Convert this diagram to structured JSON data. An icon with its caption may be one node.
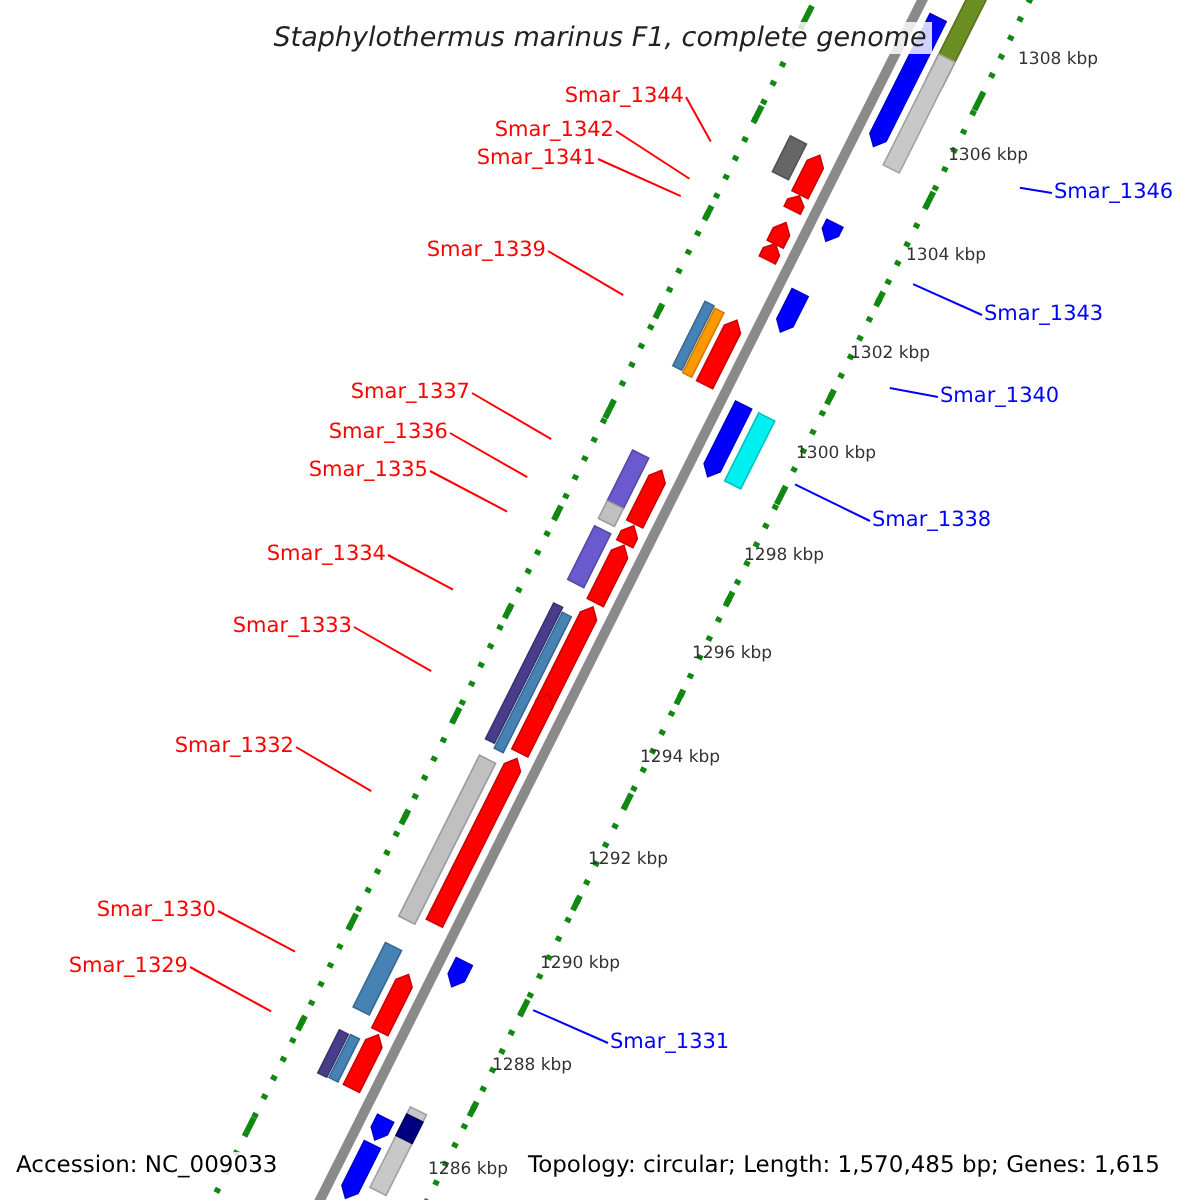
{
  "diagram": {
    "title": "Staphylothermus marinus F1, complete genome",
    "nodes": [
      {
        "text": [
          "Smar_1344"
        ]
      },
      {
        "text": [
          "Smar_1342"
        ]
      },
      {
        "text": [
          "Smar_1341"
        ]
      },
      {
        "text": [
          "Smar_1346"
        ]
      },
      {
        "text": [
          "Smar_1339"
        ]
      },
      {
        "text": [
          "Smar_1343"
        ]
      },
      {
        "text": [
          "Smar_1337"
        ]
      },
      {
        "text": [
          "Smar_1340"
        ]
      },
      {
        "text": [
          "Smar_1336"
        ]
      },
      {
        "text": [
          "Smar_1335"
        ]
      },
      {
        "text": [
          "Smar_1338"
        ]
      },
      {
        "text": [
          "Smar_1334"
        ]
      },
      {
        "text": [
          "Smar_1333"
        ]
      },
      {
        "text": [
          "Smar_1332"
        ]
      },
      {
        "text": [
          "Smar_1330"
        ]
      },
      {
        "text": [
          "Smar_1329"
        ]
      },
      {
        "text": [
          "Smar_1331"
        ]
      }
    ],
    "edges": [
      {
        "from": 0,
        "to": null,
        "arrow": "none"
      },
      {
        "from": 1,
        "to": null,
        "arrow": "none"
      },
      {
        "from": 2,
        "to": null,
        "arrow": "none"
      },
      {
        "from": 3,
        "to": null,
        "arrow": "none",
        "color": "#0000ff"
      },
      {
        "from": 4,
        "to": null,
        "arrow": "none"
      },
      {
        "from": 5,
        "to": null,
        "arrow": "none",
        "color": "#0000ff"
      },
      {
        "from": 6,
        "to": null,
        "arrow": "none"
      },
      {
        "from": 7,
        "to": null,
        "arrow": "none",
        "color": "#0000ff"
      },
      {
        "from": 8,
        "to": null,
        "arrow": "none"
      },
      {
        "from": 9,
        "to": null,
        "arrow": "none"
      },
      {
        "from": 10,
        "to": null,
        "arrow": "none",
        "color": "#0000ff"
      },
      {
        "from": 11,
        "to": null,
        "arrow": "none"
      },
      {
        "from": 12,
        "to": null,
        "arrow": "none"
      },
      {
        "from": 13,
        "to": null,
        "arrow": "none"
      },
      {
        "from": 14,
        "to": null,
        "arrow": "none"
      },
      {
        "from": 15,
        "to": null,
        "arrow": "none"
      },
      {
        "from": 16,
        "to": null,
        "arrow": "none",
        "color": "#0000ff"
      }
    ],
    "labels": [
      "1308 kbp",
      "1306 kbp",
      "1304 kbp",
      "1302 kbp",
      "1300 kbp",
      "1298 kbp",
      "1296 kbp",
      "1294 kbp",
      "1292 kbp",
      "1290 kbp",
      "1288 kbp",
      "Accession: NC_009033",
      "1286 kbp",
      "Topology: circular; Length: 1,570,485 bp; Genes: 1,615"
    ]
  }
}
